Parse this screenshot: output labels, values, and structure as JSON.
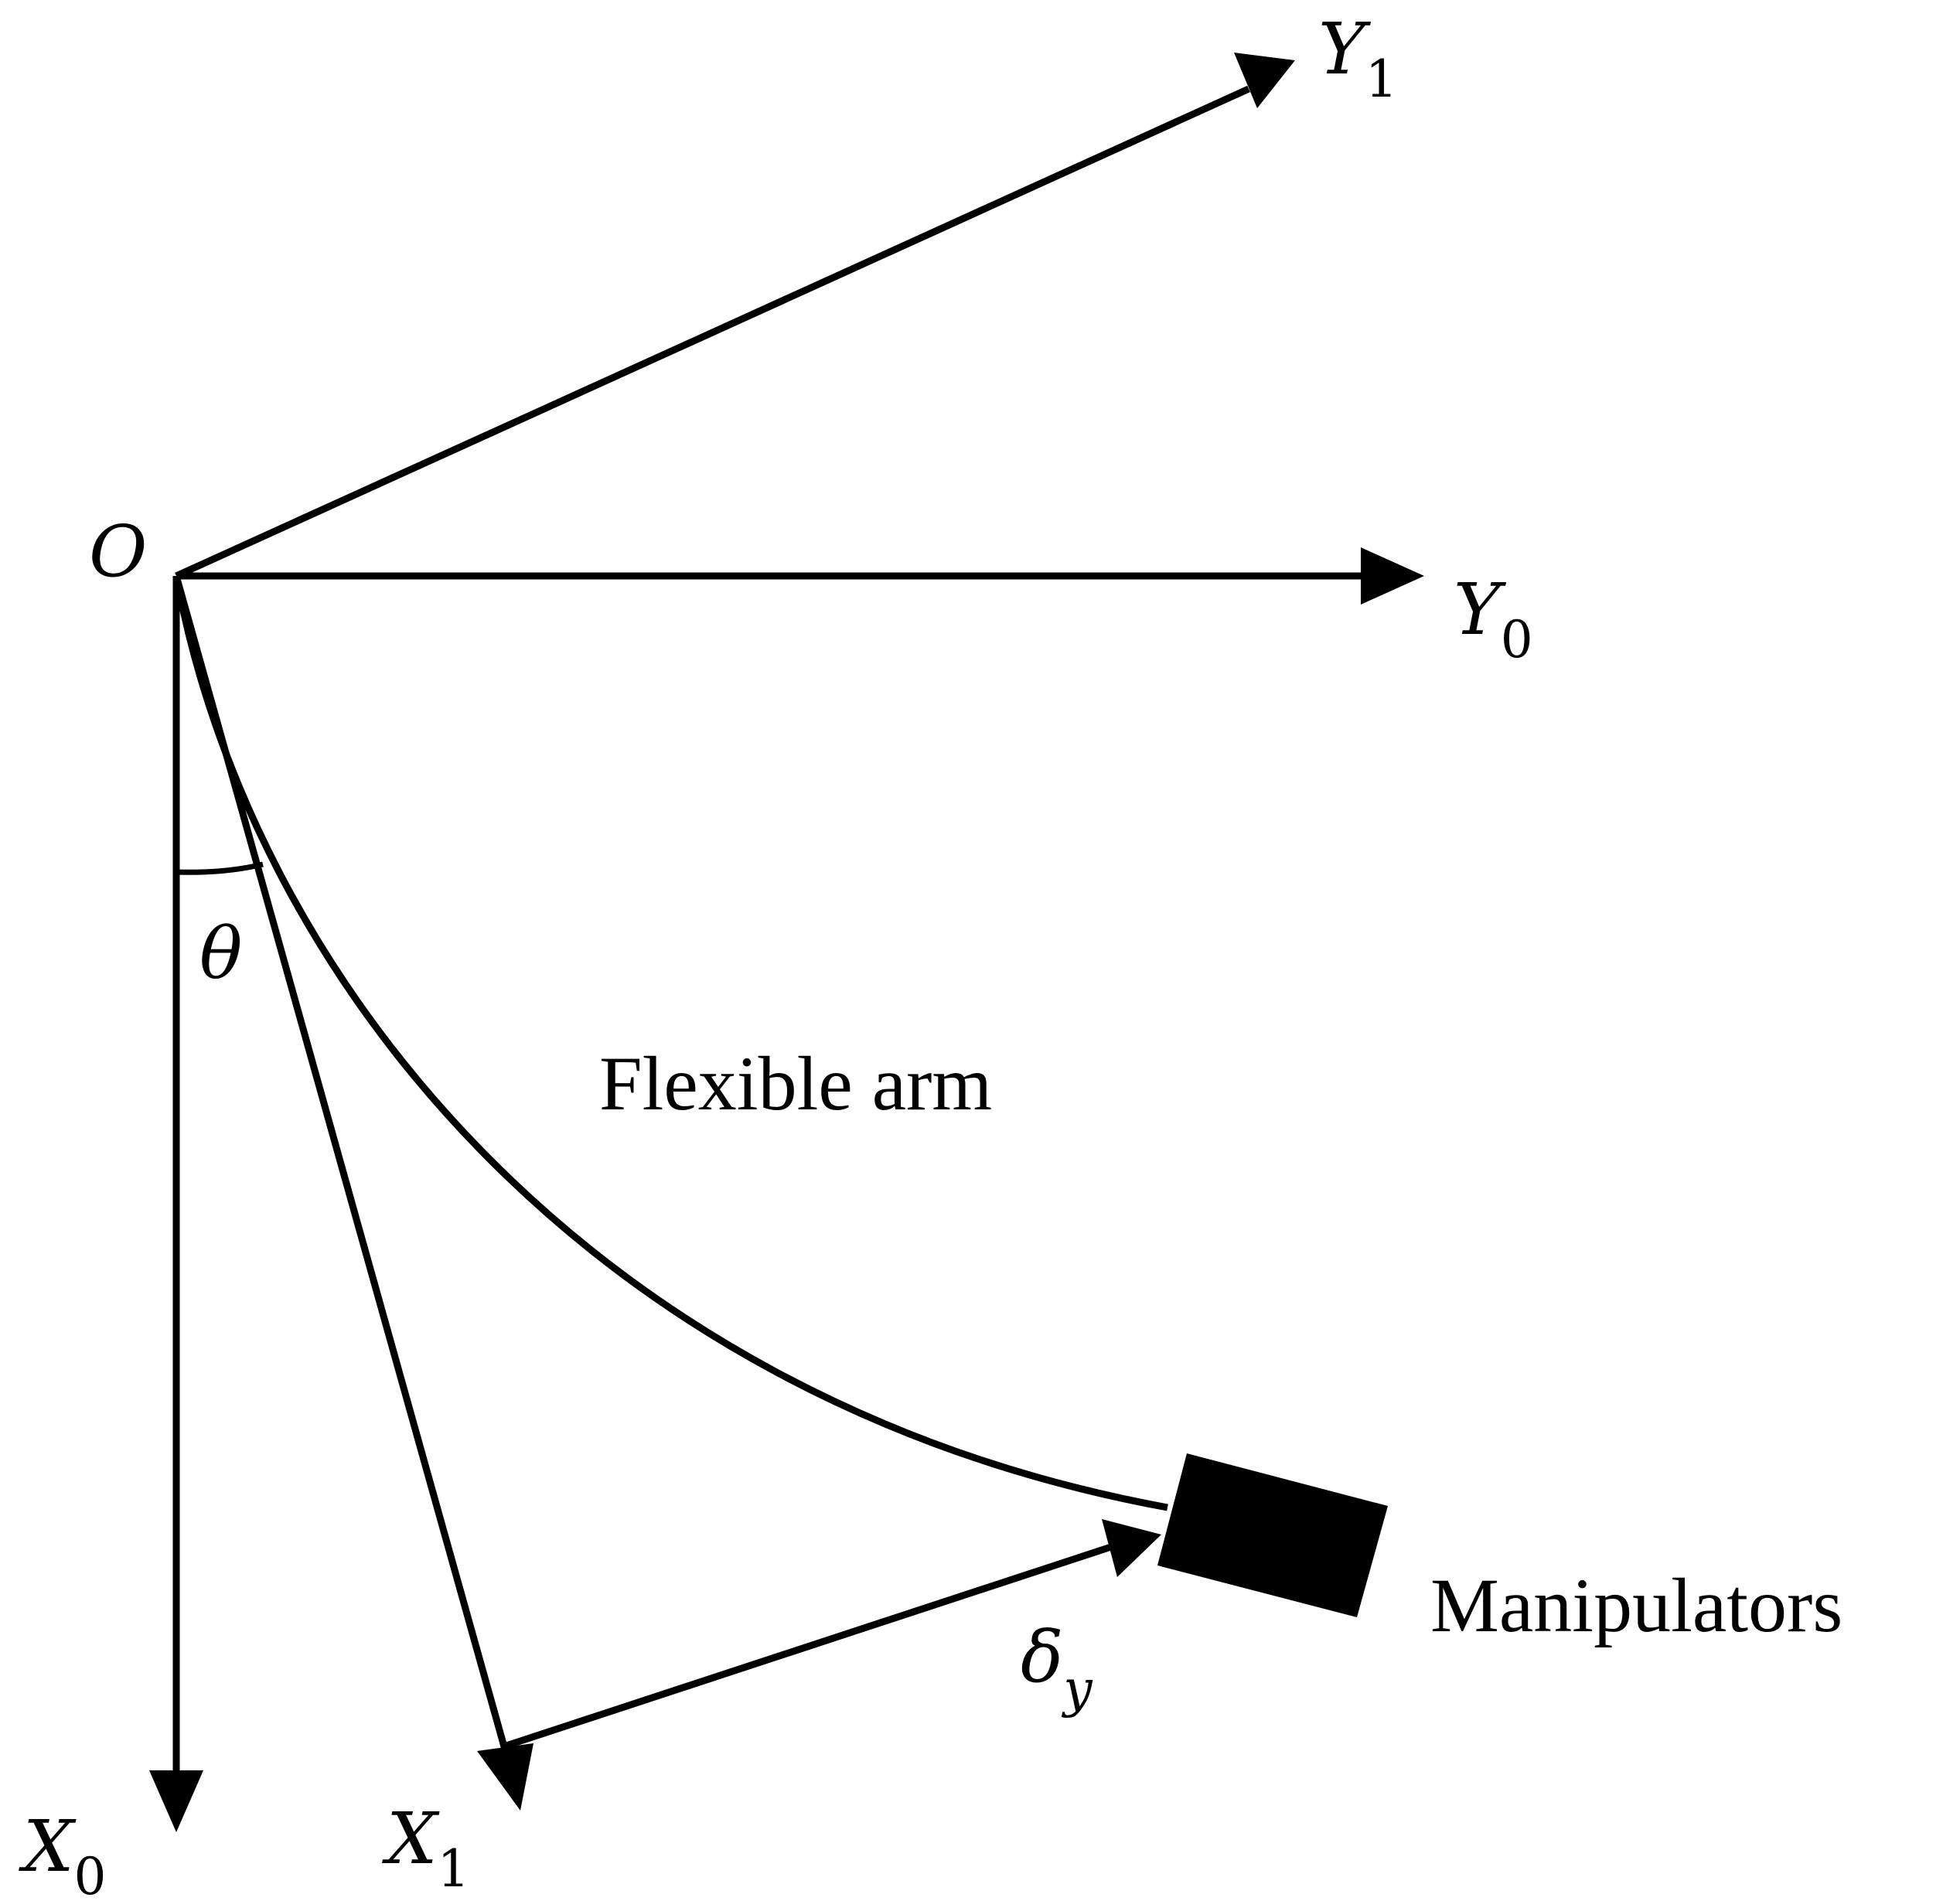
{
  "diagram": {
    "origin_label": "O",
    "axes": {
      "x0": {
        "symbol": "X",
        "subscript": "0"
      },
      "x1": {
        "symbol": "X",
        "subscript": "1"
      },
      "y0": {
        "symbol": "Y",
        "subscript": "0"
      },
      "y1": {
        "symbol": "Y",
        "subscript": "1"
      }
    },
    "angle_label": "θ",
    "deflection": {
      "symbol": "δ",
      "subscript": "y"
    },
    "arm_label": "Flexible arm",
    "manipulator_label": "Manipulators",
    "colors": {
      "ink": "#000000",
      "background": "#ffffff"
    }
  }
}
